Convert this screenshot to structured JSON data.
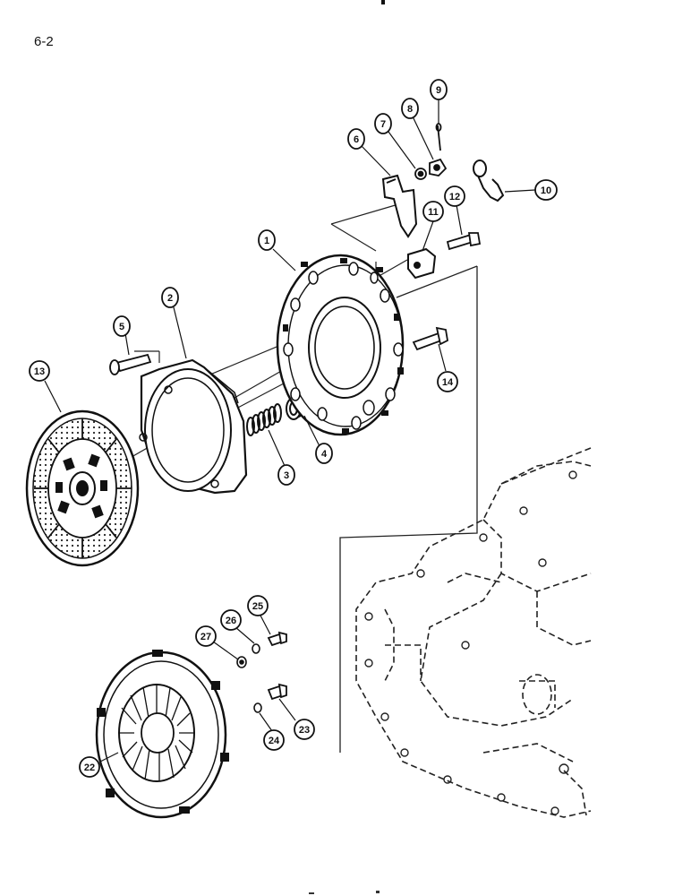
{
  "page": {
    "number": "6-2"
  },
  "callouts": [
    "1",
    "2",
    "3",
    "4",
    "5",
    "6",
    "7",
    "8",
    "9",
    "10",
    "11",
    "12",
    "13",
    "14",
    "22",
    "23",
    "24",
    "25",
    "26",
    "27"
  ]
}
